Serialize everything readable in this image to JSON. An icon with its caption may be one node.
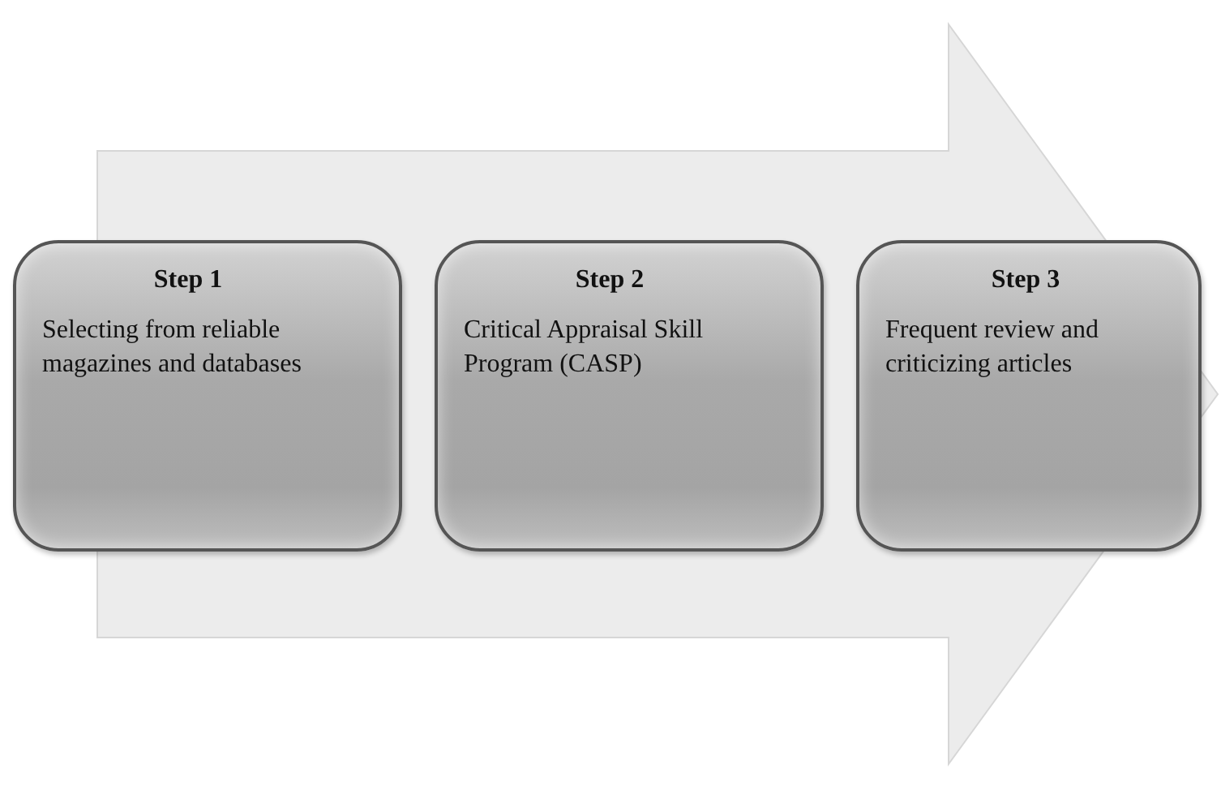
{
  "diagram": {
    "nodes": [
      {
        "text": [
          "Step 1",
          "Selecting from reliable magazines and databases"
        ]
      },
      {
        "text": [
          "Step 2",
          "Critical Appraisal Skill Program (CASP)"
        ]
      },
      {
        "text": [
          "Step 3",
          "Frequent review and criticizing articles"
        ]
      }
    ],
    "edges": [
      {
        "from": 0,
        "to": 2,
        "arrow": "to"
      }
    ]
  }
}
